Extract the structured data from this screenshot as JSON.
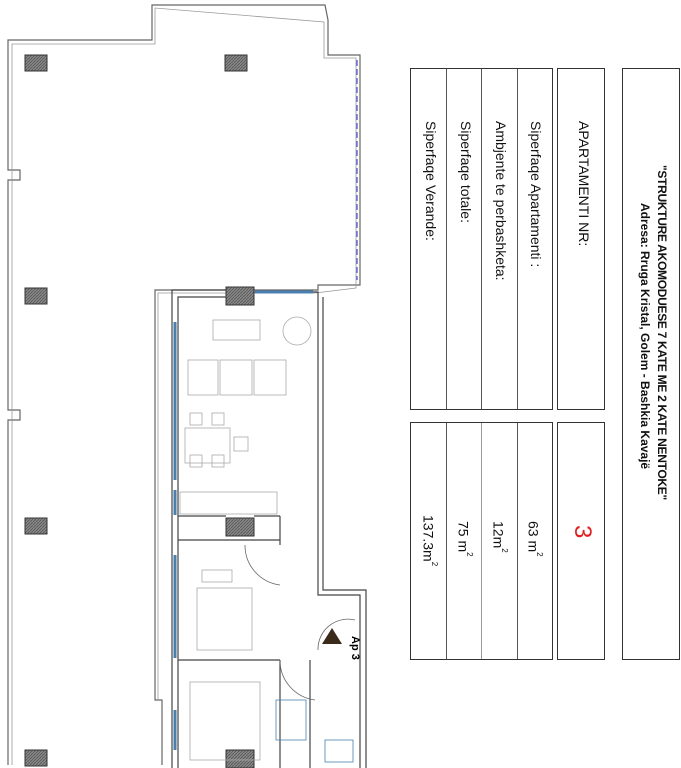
{
  "header": {
    "title_line1": "\"STRUKTURE AKOMODUESE 7 KATE ME 2 KATE NENTOKE\"",
    "title_line2": "Adresa: Rruga Kristal, Golem - Bashkia Kavajë"
  },
  "table": {
    "apartment_label": "APARTAMENTI NR:",
    "apartment_number": "3",
    "apartment_number_color": "#e02020",
    "rows": [
      {
        "label": "Siperfaqe Apartamenti :",
        "value": "63 m",
        "unit_sup": "2"
      },
      {
        "label": "Ambjente te perbashketa:",
        "value": "12m",
        "unit_sup": "2"
      },
      {
        "label": "Siperfaqe totale:",
        "value": "75 m",
        "unit_sup": "2"
      },
      {
        "label": "Siperfaqe Verande:",
        "value": "137.3m",
        "unit_sup": "2"
      }
    ]
  },
  "plan": {
    "entrance_label": "Ap 3",
    "window_color": "#4a7fb0"
  }
}
